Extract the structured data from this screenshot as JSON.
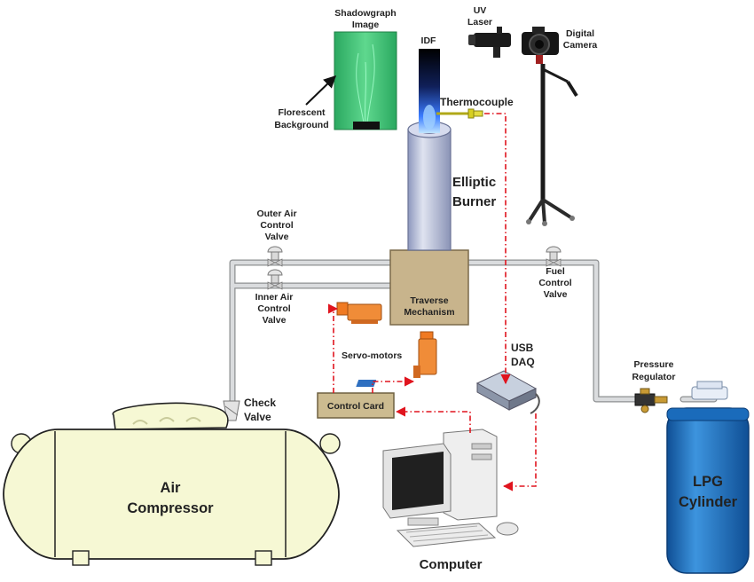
{
  "labels": {
    "shadowgraph": [
      "Shadowgraph",
      "Image"
    ],
    "idf": "IDF",
    "uv_laser": [
      "UV",
      "Laser"
    ],
    "digital_camera": [
      "Digital",
      "Camera"
    ],
    "thermocouple": "Thermocouple",
    "florescent": [
      "Florescent",
      "Background"
    ],
    "elliptic_burner": [
      "Elliptic",
      "Burner"
    ],
    "outer_air": [
      "Outer Air",
      "Control",
      "Valve"
    ],
    "inner_air": [
      "Inner Air",
      "Control",
      "Valve"
    ],
    "fuel_valve": [
      "Fuel",
      "Control",
      "Valve"
    ],
    "traverse": [
      "Traverse",
      "Mechanism"
    ],
    "servo_motors": "Servo-motors",
    "usb_daq": [
      "USB",
      "DAQ"
    ],
    "pressure_regulator": [
      "Pressure",
      "Regulator"
    ],
    "check_valve": [
      "Check",
      "Valve"
    ],
    "control_card": "Control Card",
    "air_compressor": [
      "Air",
      "Compressor"
    ],
    "computer": "Computer",
    "lpg_cylinder": [
      "LPG",
      "Cylinder"
    ]
  },
  "colors": {
    "pipe": "#c8cacc",
    "signal_line": "#e0141e",
    "compressor": "#f6f8d4",
    "burner": "#b9c1dc",
    "traverse_box": "#c8b48c",
    "control_card": "#ccbb90",
    "servo": "#f07a22",
    "cylinder": "#1e78c8",
    "shadowgraph": "#3cbf72",
    "thermocouple": "#c8c020"
  }
}
